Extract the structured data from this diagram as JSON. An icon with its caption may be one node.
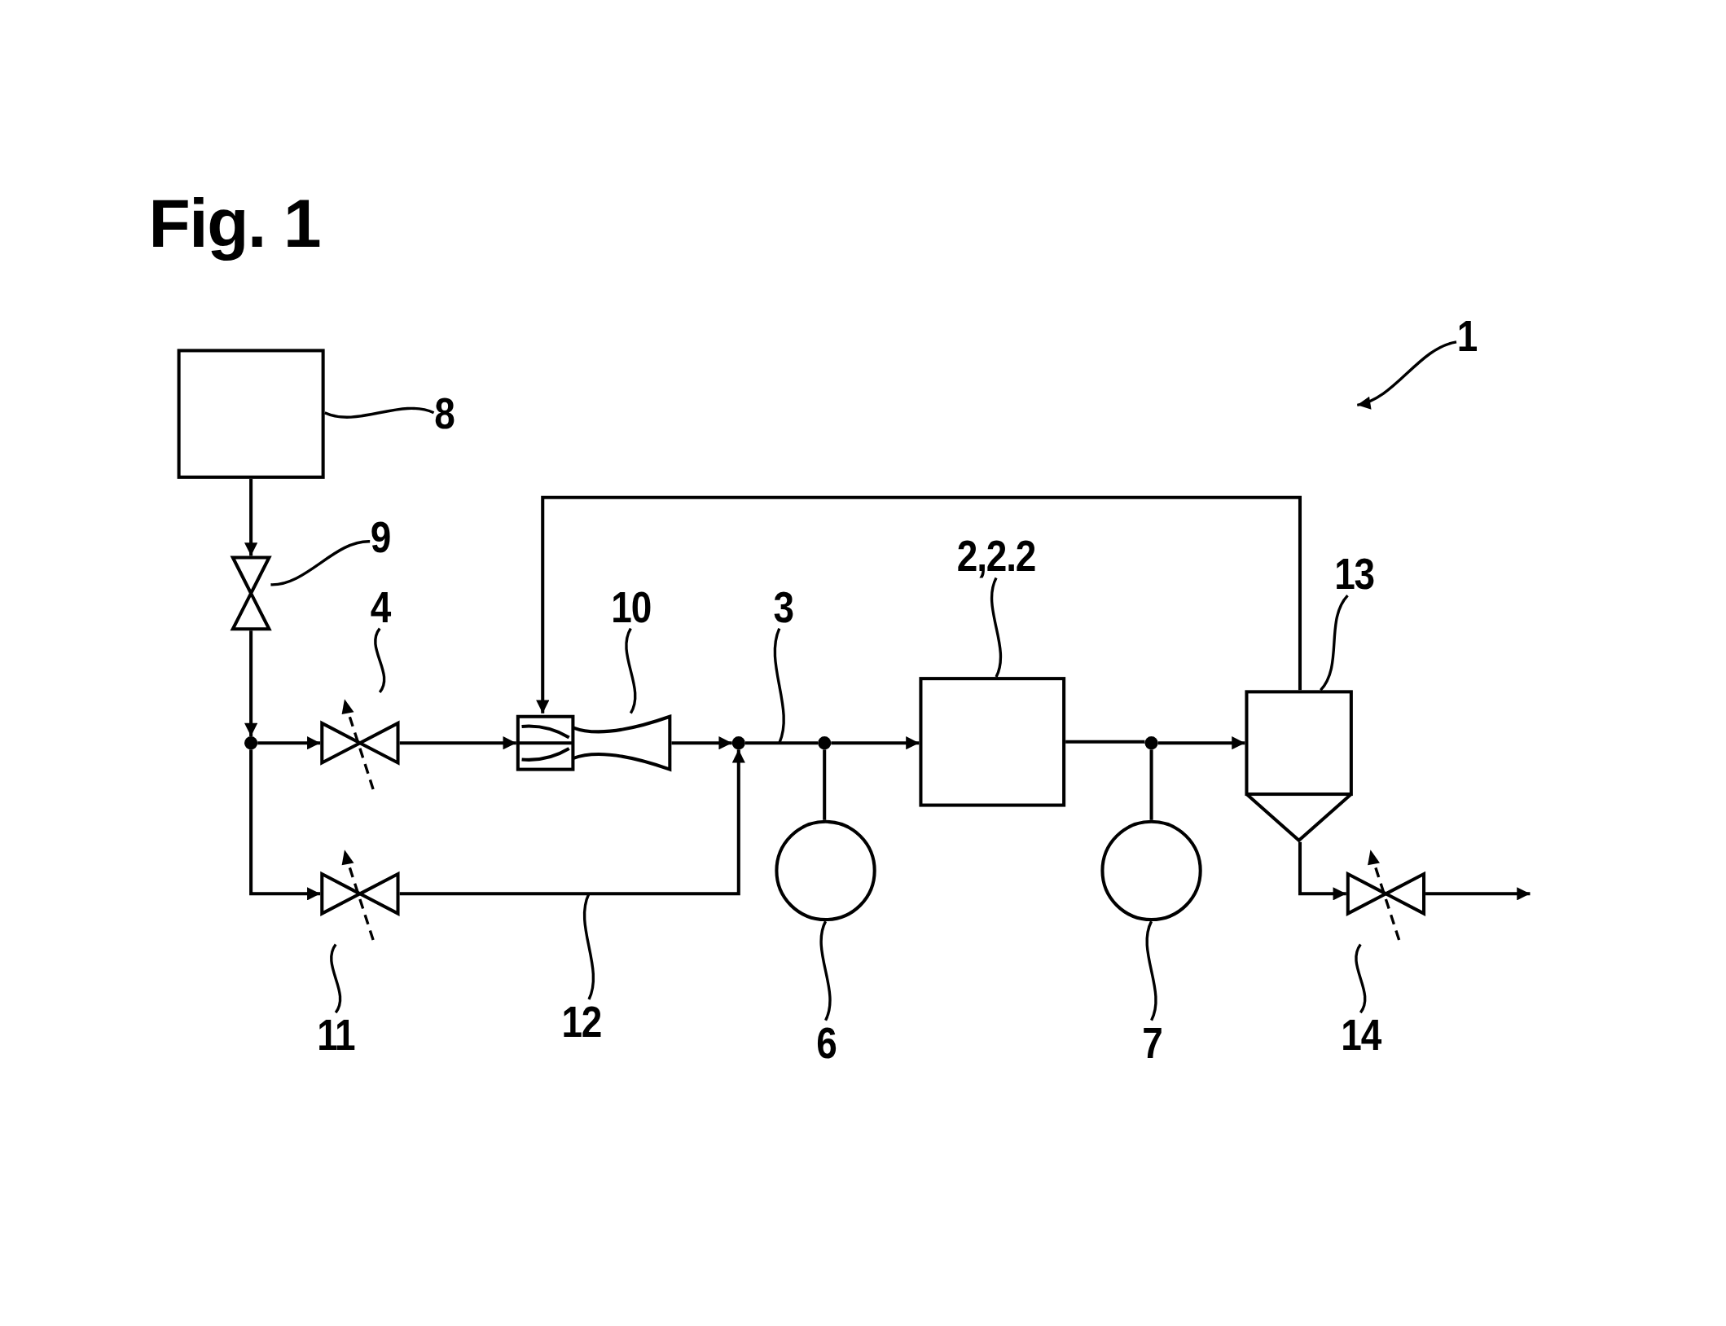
{
  "diagram": {
    "title": "Fig. 1",
    "nodes": [
      {
        "text": [],
        "shape": "box"
      },
      {
        "text": [],
        "shape": "valve"
      },
      {
        "text": [],
        "shape": "dot"
      },
      {
        "text": [],
        "shape": "valve"
      },
      {
        "text": [],
        "shape": "pump"
      },
      {
        "text": [],
        "shape": "dot"
      },
      {
        "text": [],
        "shape": "dot"
      },
      {
        "text": [],
        "shape": "box"
      },
      {
        "text": [],
        "shape": "dot"
      },
      {
        "text": [],
        "shape": "separator"
      },
      {
        "text": [],
        "shape": "valve"
      },
      {
        "text": [],
        "shape": "circle"
      },
      {
        "text": [],
        "shape": "circle"
      },
      {
        "text": [],
        "shape": "valve"
      },
      {
        "text": [
          "8"
        ]
      },
      {
        "text": [
          "9"
        ]
      },
      {
        "text": [
          "4"
        ]
      },
      {
        "text": [
          "10"
        ]
      },
      {
        "text": [
          "3"
        ]
      },
      {
        "text": [
          "2,2.2"
        ]
      },
      {
        "text": [
          "13"
        ]
      },
      {
        "text": [
          "1"
        ]
      },
      {
        "text": [
          "11"
        ]
      },
      {
        "text": [
          "12"
        ]
      },
      {
        "text": [
          "6"
        ]
      },
      {
        "text": [
          "7"
        ]
      },
      {
        "text": [
          "14"
        ]
      }
    ],
    "edges": [
      {
        "from": 0,
        "to": 1,
        "arrow": "to"
      },
      {
        "from": 1,
        "to": 2,
        "arrow": "to"
      },
      {
        "from": 2,
        "to": 3,
        "arrow": "to"
      },
      {
        "from": 3,
        "to": 4,
        "arrow": "to"
      },
      {
        "from": 4,
        "to": 5,
        "arrow": "to"
      },
      {
        "from": 2,
        "to": 10,
        "arrow": "to"
      },
      {
        "from": 10,
        "to": 5,
        "arrow": "to"
      },
      {
        "from": 5,
        "to": 6,
        "arrow": "none"
      },
      {
        "from": 6,
        "to": 7,
        "arrow": "to"
      },
      {
        "from": 6,
        "to": 11,
        "arrow": "none"
      },
      {
        "from": 7,
        "to": 8,
        "arrow": "none"
      },
      {
        "from": 8,
        "to": 9,
        "arrow": "to"
      },
      {
        "from": 9,
        "to": 4,
        "arrow": "to"
      },
      {
        "from": 9,
        "to": 13,
        "arrow": "to"
      },
      {
        "from": 13,
        "to": null,
        "arrow": "to"
      },
      {
        "from": 14,
        "to": 0,
        "arrow": "none"
      },
      {
        "from": 15,
        "to": 1,
        "arrow": "none"
      },
      {
        "from": 16,
        "to": 3,
        "arrow": "none"
      },
      {
        "from": 17,
        "to": 4,
        "arrow": "none"
      },
      {
        "from": 18,
        "to": null,
        "arrow": "none"
      },
      {
        "from": 19,
        "to": 7,
        "arrow": "none"
      },
      {
        "from": 20,
        "to": 9,
        "arrow": "none"
      },
      {
        "from": 21,
        "to": null,
        "arrow": "to"
      },
      {
        "from": 22,
        "to": 10,
        "arrow": "none"
      },
      {
        "from": 23,
        "to": null,
        "arrow": "none"
      },
      {
        "from": 24,
        "to": 11,
        "arrow": "none"
      },
      {
        "from": 25,
        "to": 12,
        "arrow": "none"
      },
      {
        "from": 26,
        "to": 13,
        "arrow": "none"
      },
      {
        "from": 8,
        "to": 12,
        "arrow": "none"
      }
    ]
  }
}
